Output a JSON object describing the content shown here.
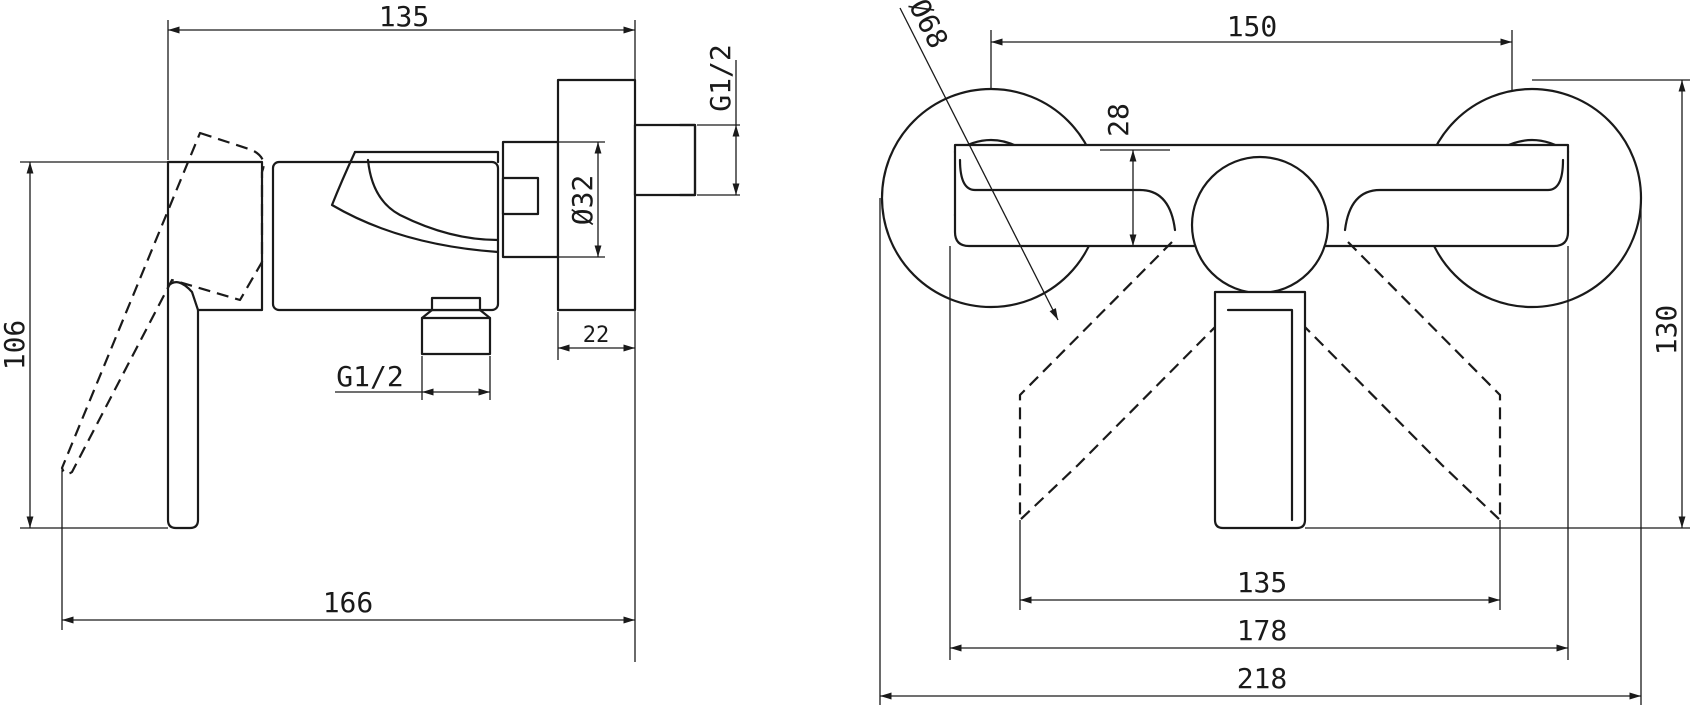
{
  "side_view": {
    "dim_total_depth": "135",
    "dim_inlet_thread": "G1/2",
    "dim_flange_diameter": "Ø32",
    "dim_flange_thickness": "22",
    "dim_outlet_thread": "G1/2",
    "dim_height": "106",
    "dim_lever_reach": "166"
  },
  "front_view": {
    "dim_centers": "150",
    "dim_rosette_diameter": "Ø68",
    "dim_body_height": "28",
    "dim_total_height": "130",
    "dim_lever_sweep": "135",
    "dim_body_width": "178",
    "dim_total_width": "218"
  }
}
